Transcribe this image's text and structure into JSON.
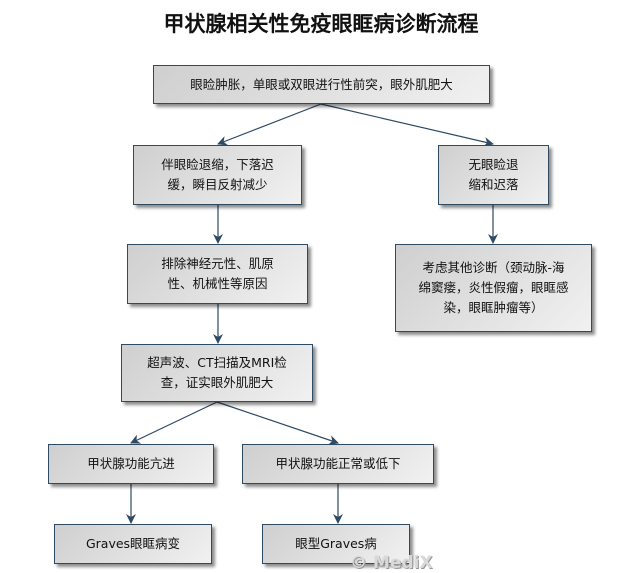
{
  "title": "甲状腺相关性免疫眼眶病诊断流程",
  "nodes": {
    "n1": "眼睑肿胀，单眼或双眼进行性前突，眼外肌肥大",
    "n2": "伴眼睑退缩，下落迟缓，瞬目反射减少",
    "n3": "无眼睑退缩和迟落",
    "n4": "排除神经元性、肌原性、机械性等原因",
    "n5": "考虑其他诊断（颈动脉-海绵窦瘘，炎性假瘤，眼眶感染，眼眶肿瘤等）",
    "n6": "超声波、CT扫描及MRI检查，证实眼外肌肥大",
    "n7": "甲状腺功能亢进",
    "n8": "甲状腺功能正常或低下",
    "n9": "Graves眼眶病变",
    "n10": "眼型Graves病"
  },
  "watermark": "© MediX",
  "colors": {
    "border": "#2f4a63",
    "arrow": "#2f4a63"
  }
}
